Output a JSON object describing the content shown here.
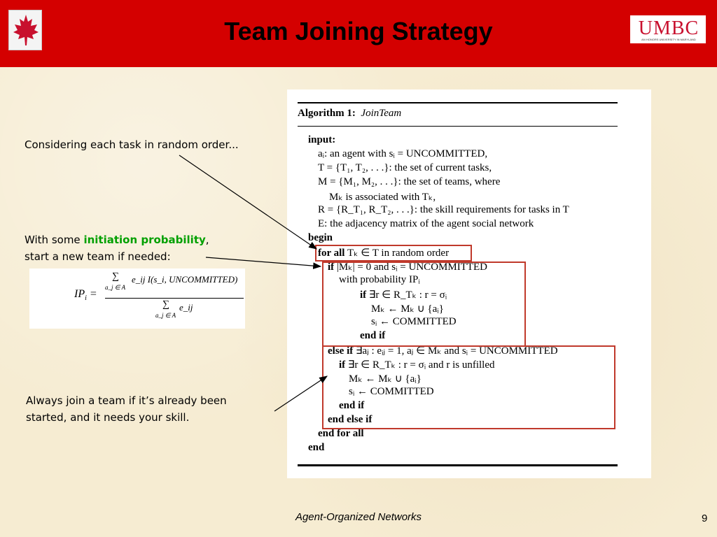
{
  "slide": {
    "title": "Team Joining Strategy",
    "footer": "Agent-Organized Networks",
    "page_number": "9"
  },
  "logos": {
    "left_icon": "maple-leaf-icon",
    "right_text": "UMBC",
    "right_subtext": "AN HONORS UNIVERSITY IN MARYLAND"
  },
  "annotations": {
    "first": "Considering each task in random order...",
    "second_prefix": "With some ",
    "second_highlight": "initiation probability",
    "second_suffix": ",",
    "second_line2": "start a new team if needed:",
    "third_line1": "Always join a team if it’s already been",
    "third_line2": "started, and it needs your skill."
  },
  "formula": {
    "lhs": "IP",
    "lhs_sub": "i",
    "numer_sum": "∑",
    "numer_sum_sub": "a_j ∈ A",
    "numer_body": "e_ij I(s_i, UNCOMMITTED)",
    "denom_sum": "∑",
    "denom_sum_sub": "a_j ∈ A",
    "denom_body": "e_ij"
  },
  "algorithm": {
    "label": "Algorithm 1:",
    "name": "JoinTeam",
    "lines": [
      {
        "kw": "input:",
        "text": ""
      },
      {
        "kw": "",
        "text": "aᵢ: an agent with sᵢ = UNCOMMITTED,"
      },
      {
        "kw": "",
        "text": "T = {T₁, T₂, . . .}: the set of current tasks,"
      },
      {
        "kw": "",
        "text": "M = {M₁, M₂, . . .}: the set of teams, where"
      },
      {
        "kw": "",
        "text": "Mₖ is associated with Tₖ,"
      },
      {
        "kw": "",
        "text": "R = {R_T₁, R_T₂, . . .}: the skill requirements for tasks in T"
      },
      {
        "kw": "",
        "text": "E: the adjacency matrix of the agent social network"
      },
      {
        "kw": "begin",
        "text": ""
      },
      {
        "kw": "for all",
        "text": " Tₖ ∈ T in random order"
      },
      {
        "kw": "if",
        "text": " |Mₖ| = 0 and sᵢ = UNCOMMITTED"
      },
      {
        "kw": "",
        "text": "with probability IPᵢ"
      },
      {
        "kw": "if",
        "text": " ∃r ∈ R_Tₖ : r = σᵢ"
      },
      {
        "kw": "",
        "text": "Mₖ ← Mₖ ∪ {aᵢ}"
      },
      {
        "kw": "",
        "text": "sᵢ ← COMMITTED"
      },
      {
        "kw": "end if",
        "text": ""
      },
      {
        "kw": "else if",
        "text": " ∃aⱼ : eᵢⱼ = 1, aⱼ ∈ Mₖ and sᵢ = UNCOMMITTED"
      },
      {
        "kw": "if",
        "text": " ∃r ∈ R_Tₖ : r = σᵢ and r is unfilled"
      },
      {
        "kw": "",
        "text": "Mₖ ← Mₖ ∪ {aᵢ}"
      },
      {
        "kw": "",
        "text": "sᵢ ← COMMITTED"
      },
      {
        "kw": "end if",
        "text": ""
      },
      {
        "kw": "end else if",
        "text": ""
      },
      {
        "kw": "end for all",
        "text": ""
      },
      {
        "kw": "end",
        "text": ""
      }
    ]
  },
  "colors": {
    "header_red": "#d40000",
    "highlight_box": "#c0392b",
    "green_text": "#00a000",
    "umbc_red": "#c8102e"
  }
}
